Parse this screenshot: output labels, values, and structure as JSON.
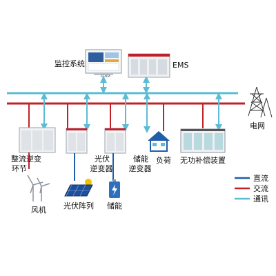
{
  "top": {
    "monitor_label": "监控系统",
    "scada_label": "SCADA",
    "ems_label": "EMS"
  },
  "grid": {
    "label": "电网"
  },
  "devices": {
    "rectifier": {
      "line1": "整流逆变",
      "line2": "环节"
    },
    "pv_inverter": {
      "line1": "光伏",
      "line2": "逆变器"
    },
    "storage_inverter": {
      "line1": "储能",
      "line2": "逆变器"
    },
    "load": {
      "label": "负荷"
    },
    "reactive": {
      "label": "无功补偿装置"
    }
  },
  "sources": {
    "wind": "风机",
    "pv_array": "光伏阵列",
    "storage": "储能"
  },
  "legend": [
    {
      "label": "直流",
      "color": "#1f5fa8"
    },
    {
      "label": "交流",
      "color": "#c0202a"
    },
    {
      "label": "通讯",
      "color": "#5bbcd3"
    }
  ]
}
